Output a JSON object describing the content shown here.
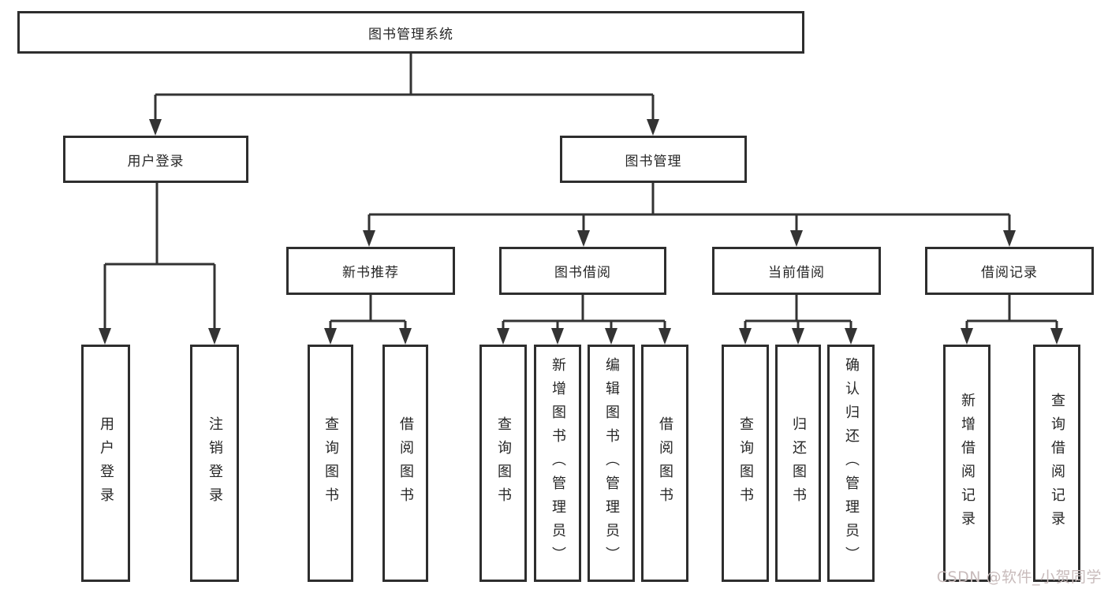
{
  "diagram": {
    "type": "tree",
    "root": {
      "label": "图书管理系统",
      "children": [
        {
          "label": "用户登录",
          "children": [
            {
              "label": "用户登录"
            },
            {
              "label": "注销登录"
            }
          ]
        },
        {
          "label": "图书管理",
          "children": [
            {
              "label": "新书推荐",
              "children": [
                {
                  "label": "查询图书"
                },
                {
                  "label": "借阅图书"
                }
              ]
            },
            {
              "label": "图书借阅",
              "children": [
                {
                  "label": "查询图书"
                },
                {
                  "label": "新增图书（管理员）"
                },
                {
                  "label": "编辑图书（管理员）"
                },
                {
                  "label": "借阅图书"
                }
              ]
            },
            {
              "label": "当前借阅",
              "children": [
                {
                  "label": "查询图书"
                },
                {
                  "label": "归还图书"
                },
                {
                  "label": "确认归还（管理员）"
                }
              ]
            },
            {
              "label": "借阅记录",
              "children": [
                {
                  "label": "新增借阅记录"
                },
                {
                  "label": "查询借阅记录"
                }
              ]
            }
          ]
        }
      ]
    },
    "colors": {
      "line": "#333333",
      "box_border": "#2e2e2e",
      "text": "#262626",
      "background": "#ffffff",
      "watermark_text": "#c8bbbb"
    }
  },
  "watermark": "CSDN @软件_小贺同学"
}
